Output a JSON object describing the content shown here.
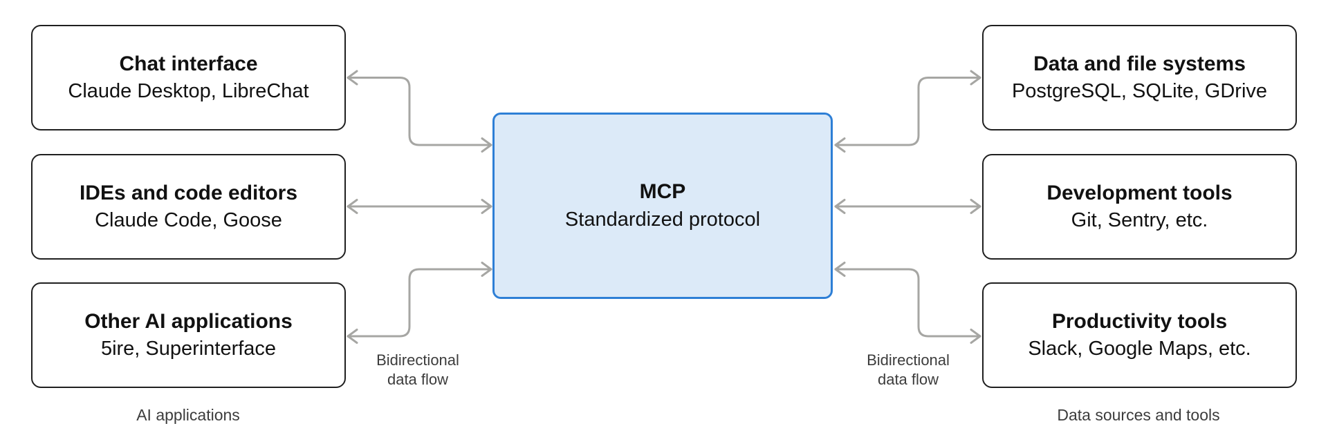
{
  "diagram": {
    "title_hint": "MCP architecture diagram",
    "left_group": {
      "caption": "AI applications",
      "boxes": [
        {
          "title": "Chat interface",
          "subtitle": "Claude Desktop, LibreChat"
        },
        {
          "title": "IDEs and code editors",
          "subtitle": "Claude Code, Goose"
        },
        {
          "title": "Other AI applications",
          "subtitle": "5ire, Superinterface"
        }
      ]
    },
    "center": {
      "title": "MCP",
      "subtitle": "Standardized protocol"
    },
    "right_group": {
      "caption": "Data sources and tools",
      "boxes": [
        {
          "title": "Data and file systems",
          "subtitle": "PostgreSQL, SQLite, GDrive"
        },
        {
          "title": "Development tools",
          "subtitle": "Git, Sentry, etc."
        },
        {
          "title": "Productivity tools",
          "subtitle": "Slack, Google Maps, etc."
        }
      ]
    },
    "flow_labels": {
      "left": {
        "line1": "Bidirectional",
        "line2": "data flow"
      },
      "right": {
        "line1": "Bidirectional",
        "line2": "data flow"
      }
    },
    "colors": {
      "mcp_fill": "#dceaf8",
      "mcp_border": "#2e7fd6",
      "box_border": "#1f1f1f",
      "arrow": "#a6a6a3",
      "label_text": "#3c3c3c",
      "text": "#111111"
    }
  }
}
